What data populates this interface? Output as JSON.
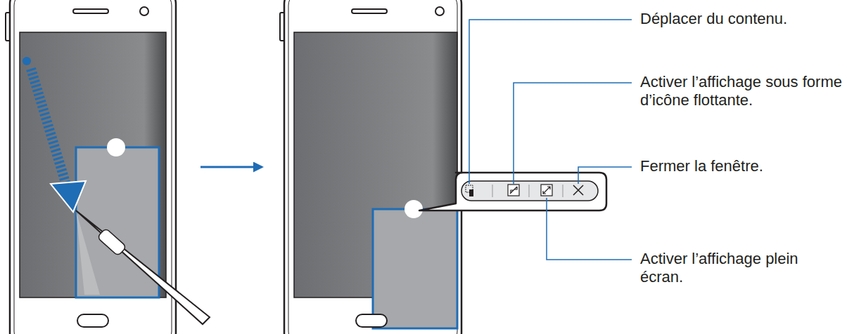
{
  "diagram": {
    "labels": [
      "Déplacer du contenu.",
      "Activer l’affichage sous forme d’icône flottante.",
      "Fermer la fenêtre.",
      "Activer l’affichage plein écran."
    ]
  }
}
